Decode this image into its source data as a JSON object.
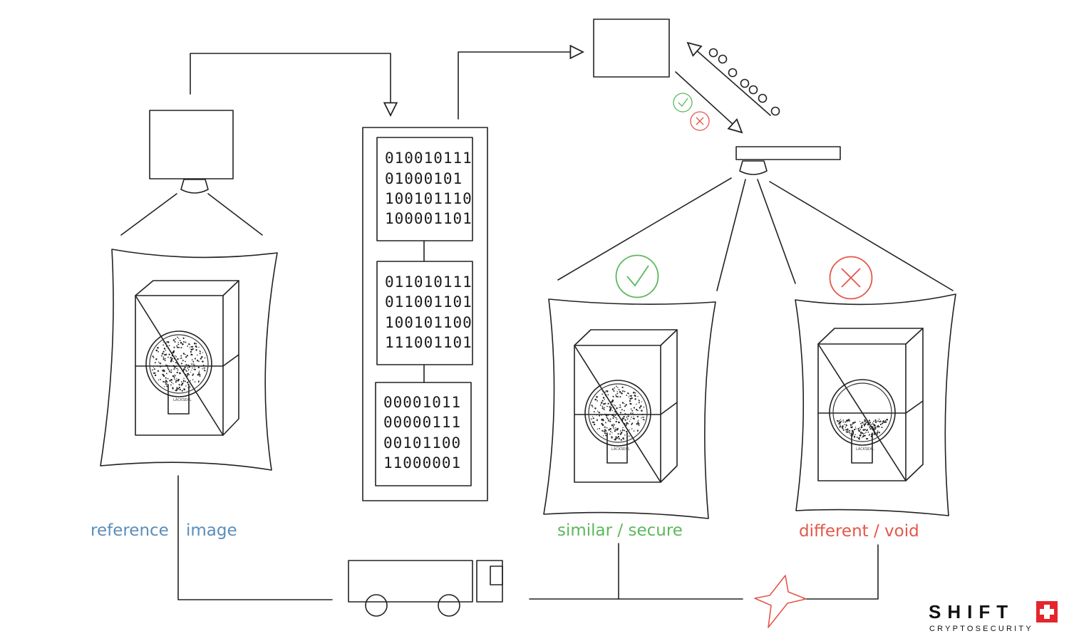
{
  "labels": {
    "reference": "reference",
    "image": "image",
    "similar": "similar / secure",
    "different": "different / void"
  },
  "binary_blocks": [
    [
      "010010111",
      "01000101",
      "100101110",
      "100001101"
    ],
    [
      "011010111",
      "011001101",
      "100101100",
      "111001101"
    ],
    [
      "00001011",
      "00000111",
      "00101100",
      "11000001"
    ]
  ],
  "brand": {
    "name": "SHIFT",
    "subtitle": "CRYPTOSECURITY"
  },
  "colors": {
    "reference": "#5b8db8",
    "secure": "#5cb85c",
    "void": "#e4574a",
    "line": "#222222"
  },
  "icons": {
    "approve": "check-circle-icon",
    "reject": "x-circle-icon",
    "transport": "truck-icon",
    "damage": "burst-star-icon",
    "brand_mark": "swiss-cross-icon"
  }
}
